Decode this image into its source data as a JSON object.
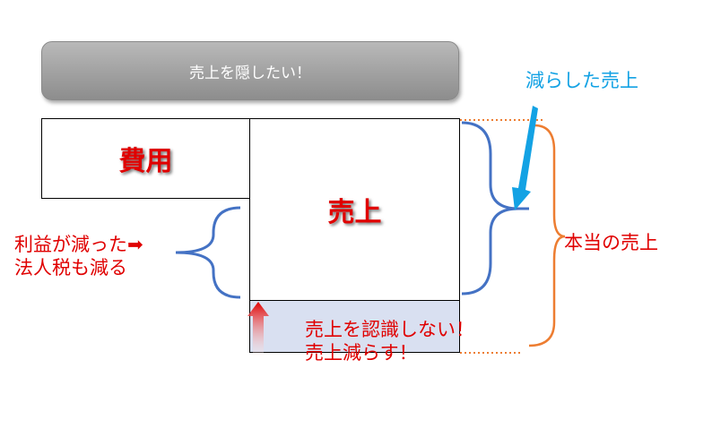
{
  "title_bar": {
    "label": "売上を隠したい！"
  },
  "expense_box": {
    "label": "費用"
  },
  "sales_box": {
    "label": "売上"
  },
  "labels": {
    "reduced_sales": "減らした売上",
    "true_sales": "本当の売上",
    "profit_line1": "利益が減った",
    "profit_arrow": "➡",
    "profit_line2": "法人税も減る",
    "not_recognized_line1": "売上を認識しない！",
    "not_recognized_line2": "売上減らす！"
  },
  "colors": {
    "blue_brace": "#4472c4",
    "orange_brace": "#ed7d31",
    "cyan_arrow": "#13a2e4",
    "red": "#e00000",
    "hidden_fill": "#d9e0f1"
  }
}
